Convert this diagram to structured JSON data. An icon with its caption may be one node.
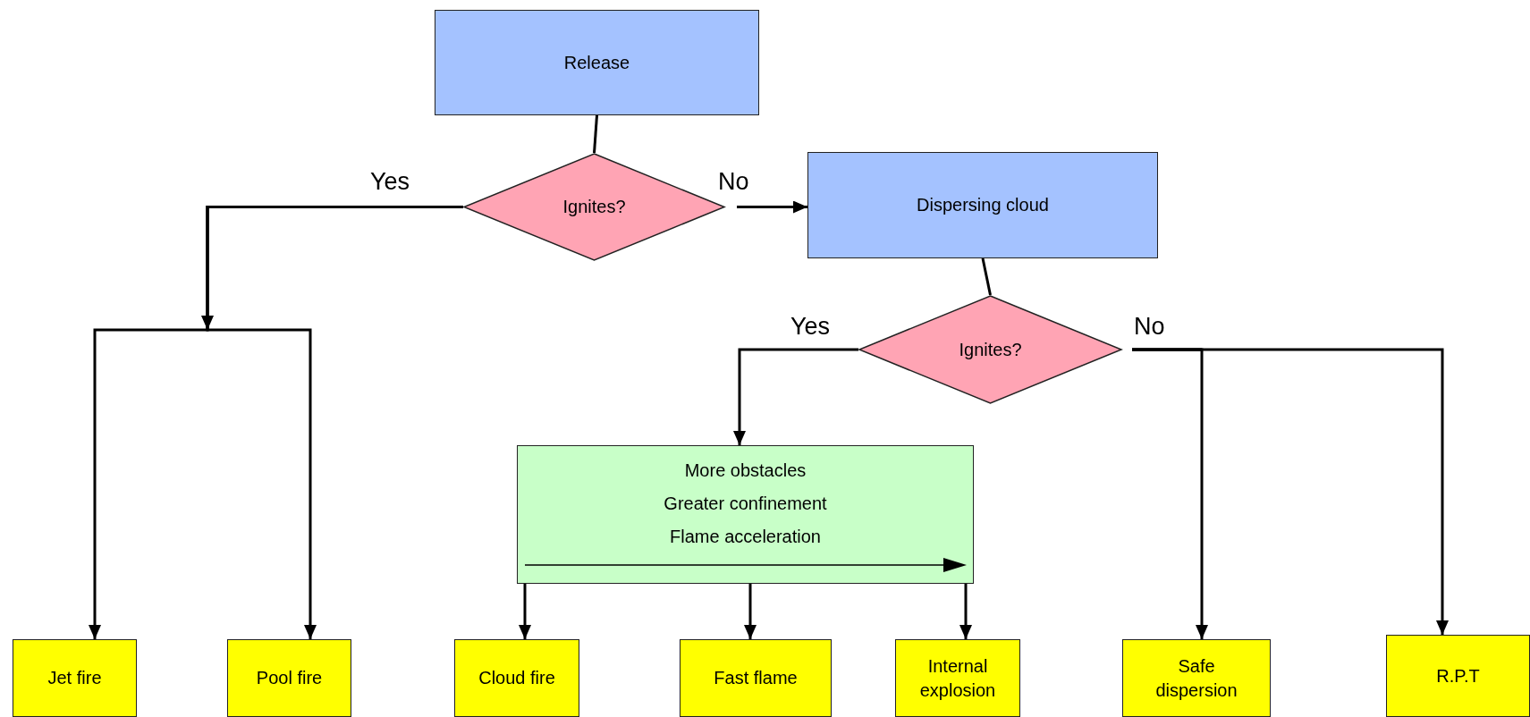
{
  "diagram": {
    "nodes": [
      {
        "text": [
          "Release"
        ]
      },
      {
        "text": [
          "Ignites?"
        ]
      },
      {
        "text": [
          "Dispersing cloud"
        ]
      },
      {
        "text": [
          "Ignites?"
        ]
      },
      {
        "text": [
          "More obstacles",
          "Greater confinement",
          "Flame acceleration"
        ]
      },
      {
        "text": [
          "Jet fire"
        ]
      },
      {
        "text": [
          "Pool fire"
        ]
      },
      {
        "text": [
          "Cloud fire"
        ]
      },
      {
        "text": [
          "Fast flame"
        ]
      },
      {
        "text": [
          "Internal explosion"
        ]
      },
      {
        "text": [
          "Safe dispersion"
        ]
      },
      {
        "text": [
          "R.P.T"
        ]
      }
    ],
    "edges": [
      {
        "from": 0,
        "to": 1,
        "arrow": "none"
      },
      {
        "from": 1,
        "to": 5,
        "arrow": "to",
        "label": "Yes"
      },
      {
        "from": 1,
        "to": 6,
        "arrow": "to"
      },
      {
        "from": 1,
        "to": 2,
        "arrow": "to",
        "label": "No"
      },
      {
        "from": 2,
        "to": 3,
        "arrow": "none"
      },
      {
        "from": 3,
        "to": 4,
        "arrow": "to",
        "label": "Yes"
      },
      {
        "from": 3,
        "to": 10,
        "arrow": "to",
        "label": "No"
      },
      {
        "from": 3,
        "to": 11,
        "arrow": "to"
      },
      {
        "from": 4,
        "to": 7,
        "arrow": "to"
      },
      {
        "from": 4,
        "to": 8,
        "arrow": "to"
      },
      {
        "from": 4,
        "to": 9,
        "arrow": "to"
      }
    ]
  }
}
